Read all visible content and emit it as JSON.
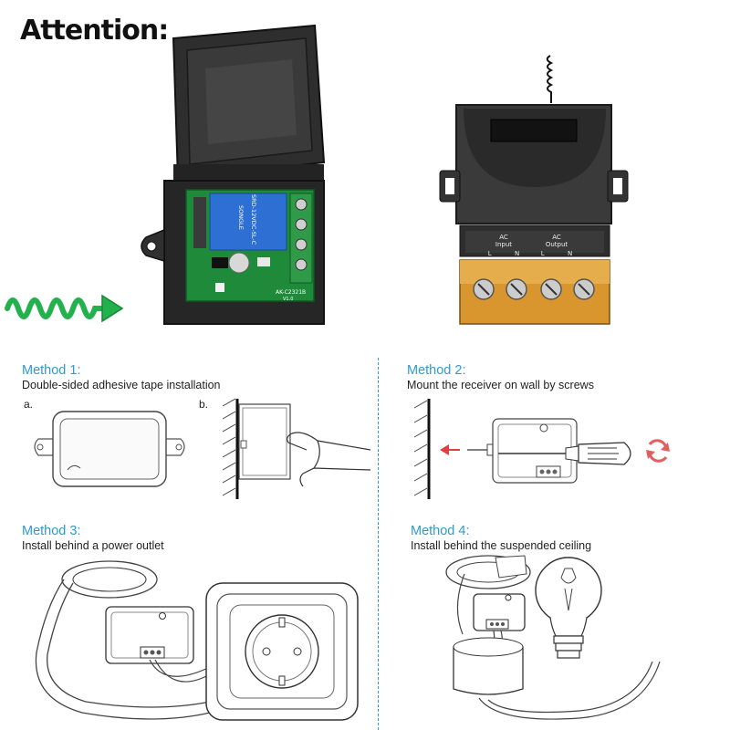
{
  "header": {
    "title": "Attention:"
  },
  "product_photos": {
    "left_board": {
      "relay_text": "SRD-12VDC-SL-C",
      "relay_brand": "SONGLE",
      "board_code": "AK-C2321B",
      "board_version": "V1.0"
    },
    "right_receiver": {
      "terminals": [
        {
          "group": "AC",
          "name": "Input",
          "poles": [
            "L",
            "N"
          ]
        },
        {
          "group": "AC",
          "name": "Output",
          "poles": [
            "L",
            "N"
          ]
        }
      ]
    }
  },
  "methods": [
    {
      "heading": "Method 1:",
      "subtitle": "Double-sided adhesive tape installation",
      "steps": [
        "a.",
        "b."
      ]
    },
    {
      "heading": "Method 2:",
      "subtitle": "Mount the receiver on wall by screws"
    },
    {
      "heading": "Method 3:",
      "subtitle": "Install behind a power outlet"
    },
    {
      "heading": "Method 4:",
      "subtitle": "Install behind the suspended ceiling"
    }
  ],
  "colors": {
    "accent_blue": "#2e9ad0",
    "signal_green": "#22b14c",
    "housing_black": "#2a2a2a",
    "pcb_green": "#1e8a3a",
    "terminal_orange": "#d9962f",
    "rotate_red": "#e06060"
  },
  "icons": [
    "wireless-signal-arrow-icon",
    "rotate-arrows-icon",
    "move-left-arrow-icon"
  ]
}
